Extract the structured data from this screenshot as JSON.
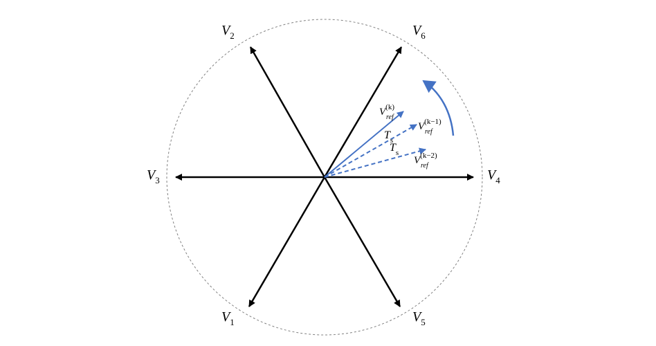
{
  "diagram": {
    "vectors": [
      {
        "base": "V",
        "sub": "1"
      },
      {
        "base": "V",
        "sub": "2"
      },
      {
        "base": "V",
        "sub": "3"
      },
      {
        "base": "V",
        "sub": "4"
      },
      {
        "base": "V",
        "sub": "5"
      },
      {
        "base": "V",
        "sub": "6"
      }
    ],
    "reference_vectors": [
      {
        "base": "V",
        "sub": "ref",
        "sup": "(k)"
      },
      {
        "base": "V",
        "sub": "ref",
        "sup": "(k−1)"
      },
      {
        "base": "V",
        "sub": "ref",
        "sup": "(k−2)"
      }
    ],
    "interval_labels": [
      {
        "base": "T",
        "sub": "s"
      },
      {
        "base": "T",
        "sub": "s"
      }
    ],
    "colors": {
      "axis": "#000000",
      "reference": "#4472c4",
      "circle": "#808080"
    }
  }
}
